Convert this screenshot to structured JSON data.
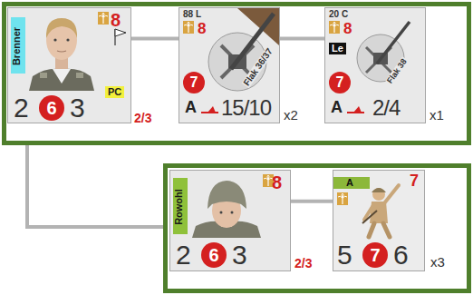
{
  "diagram": {
    "nodes": [
      {
        "text": [
          "2/3",
          "x2",
          "x1"
        ]
      },
      {
        "text": [
          "8",
          "Brenner",
          "PC",
          "2",
          "6",
          "3"
        ],
        "in": 0
      },
      {
        "text": [
          "88 L",
          "8",
          "Flak 36/37",
          "7",
          "A",
          "15/10"
        ],
        "in": 0
      },
      {
        "text": [
          "20 C",
          "8",
          "Le",
          "Flak 38",
          "7",
          "A",
          "2/4"
        ],
        "in": 0
      },
      {
        "text": [
          "2/3",
          "x3"
        ]
      },
      {
        "text": [
          "8",
          "Rowohl",
          "2",
          "6",
          "3"
        ],
        "in": 4
      },
      {
        "text": [
          "A",
          "7",
          "5",
          "7",
          "6"
        ],
        "in": 4
      }
    ],
    "edges": [
      {
        "from": 1,
        "to": 2,
        "arrow": "none"
      },
      {
        "from": 2,
        "to": 3,
        "arrow": "none"
      },
      {
        "from": 0,
        "to": 4,
        "arrow": "none"
      },
      {
        "from": 5,
        "to": 6,
        "arrow": "none"
      }
    ]
  }
}
